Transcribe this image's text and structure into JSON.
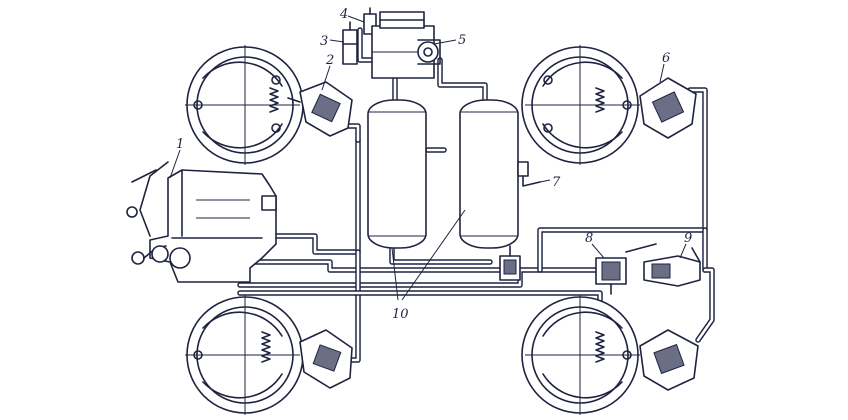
{
  "labels": {
    "engine": "1",
    "brake_chamber_front_left": "2",
    "pressure_regulator": "3",
    "safety_valve": "4",
    "compressor": "5",
    "brake_chamber_front_right": "6",
    "drain_cock": "7",
    "brake_valve": "8",
    "trailer_coupling_head": "9",
    "air_receivers": "10"
  },
  "colors": {
    "ink": "#1f2340",
    "paper": "#ffffff",
    "shade": "#6b6f86"
  }
}
